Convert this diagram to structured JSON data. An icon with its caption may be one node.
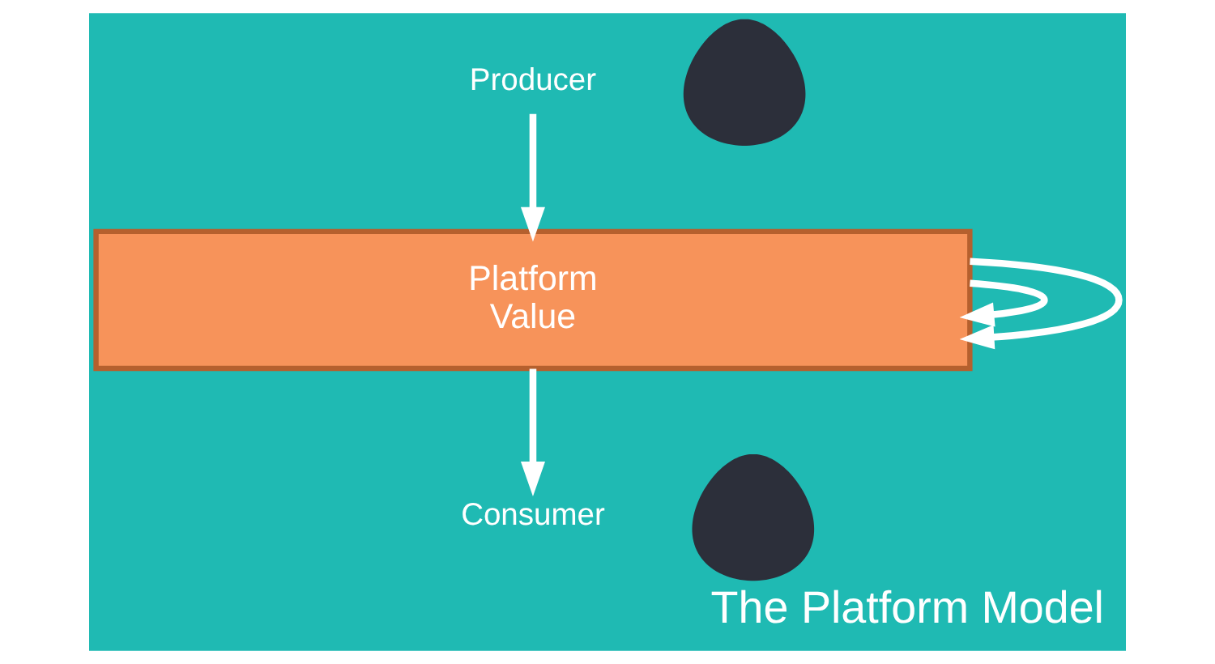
{
  "diagram": {
    "title": "The Platform Model",
    "nodes": [
      {
        "text": [
          "Platform",
          "Value"
        ]
      },
      {
        "text": [
          "Producer"
        ]
      },
      {
        "text": [],
        "shape": "person"
      },
      {
        "text": [
          "Consumer"
        ]
      },
      {
        "text": [],
        "shape": "person"
      }
    ],
    "edges": [
      {
        "from": 1,
        "to": 0,
        "arrow": "to"
      },
      {
        "from": 0,
        "to": 3,
        "arrow": "to"
      },
      {
        "from": 0,
        "to": 0,
        "arrow": "to"
      },
      {
        "from": 0,
        "to": 0,
        "arrow": "to"
      }
    ]
  }
}
